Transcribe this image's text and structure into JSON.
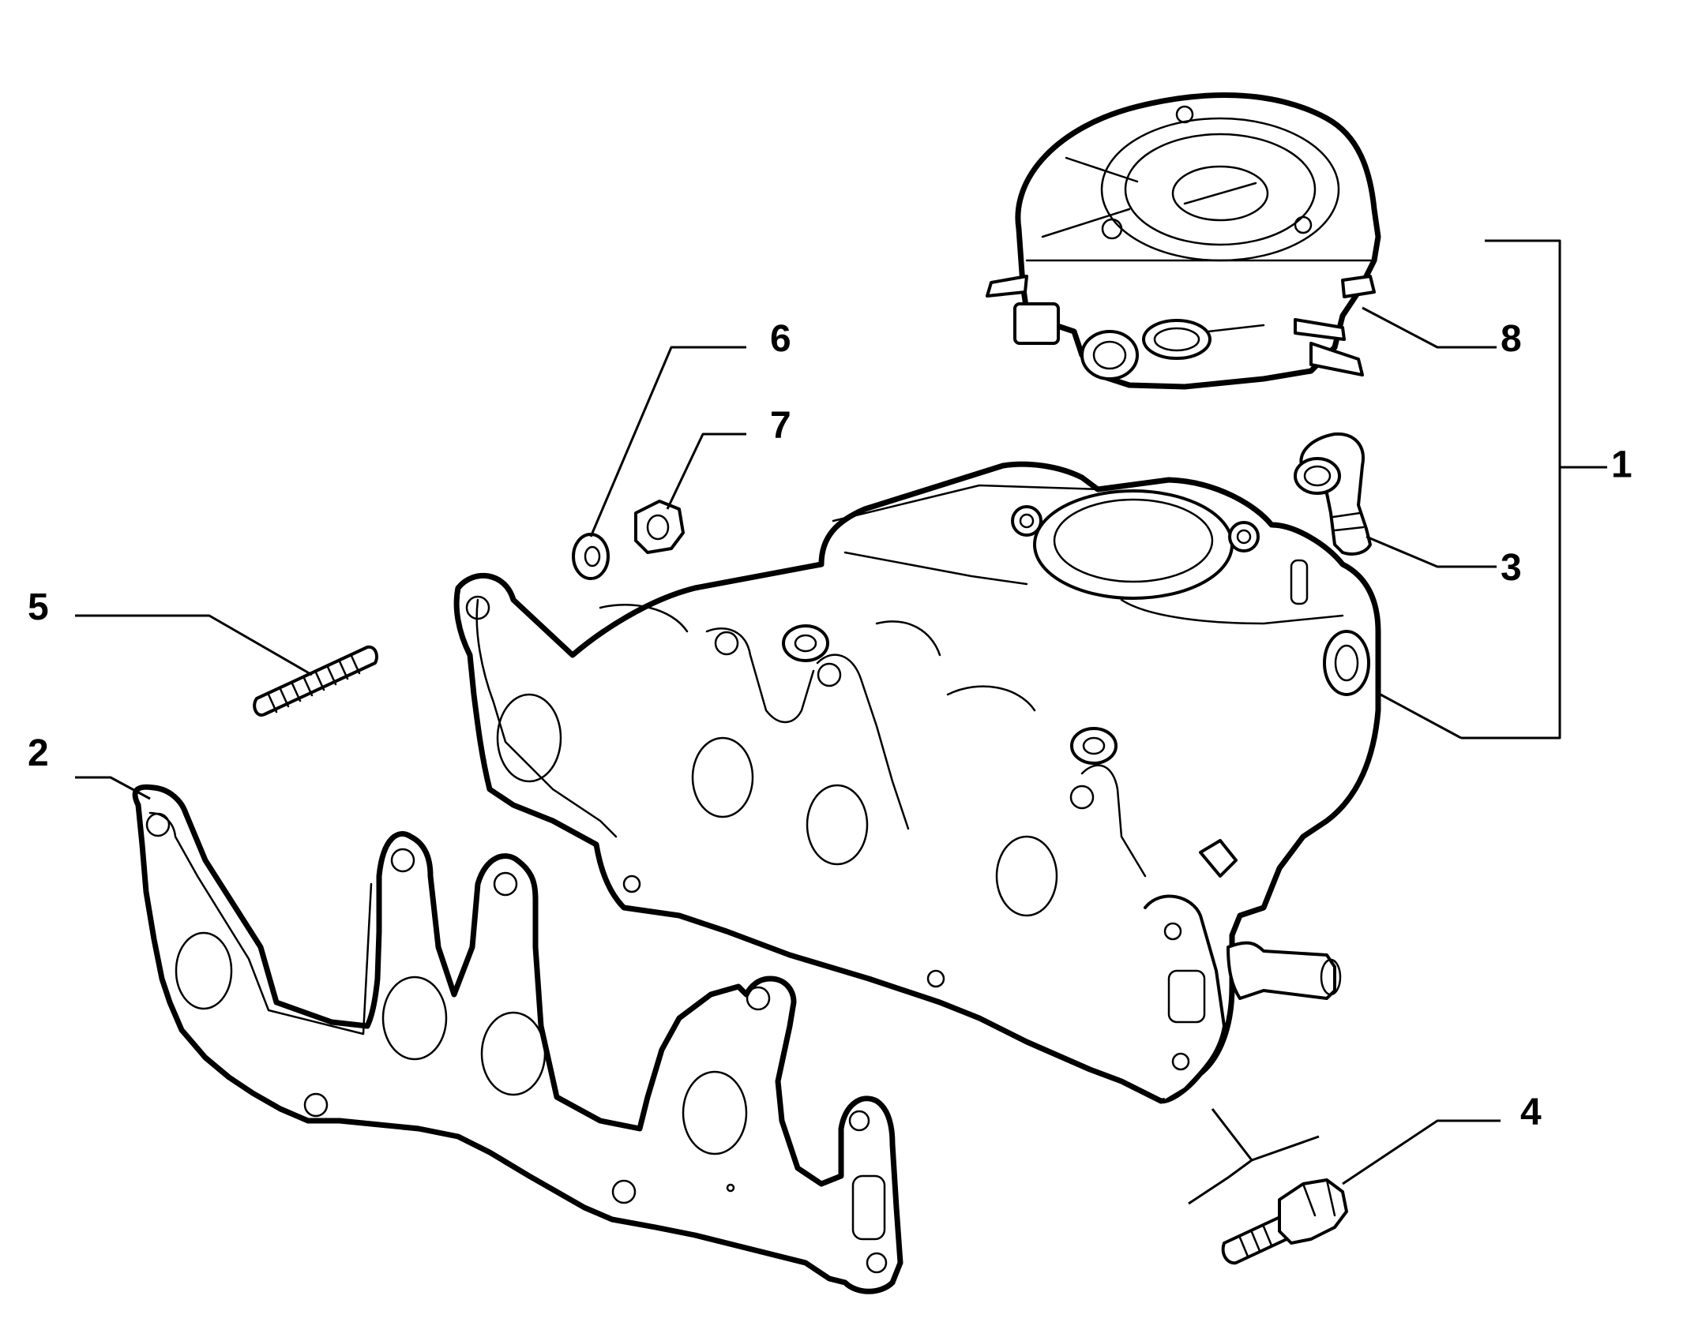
{
  "diagram": {
    "callouts": {
      "c1": "1",
      "c2": "2",
      "c3": "3",
      "c4": "4",
      "c5": "5",
      "c6": "6",
      "c7": "7",
      "c8": "8"
    },
    "parts": [
      {
        "callout": "1",
        "part": "intake-manifold-assembly"
      },
      {
        "callout": "2",
        "part": "manifold-gasket"
      },
      {
        "callout": "3",
        "part": "elbow-fitting"
      },
      {
        "callout": "4",
        "part": "banjo-bolt"
      },
      {
        "callout": "5",
        "part": "threaded-stud"
      },
      {
        "callout": "6",
        "part": "washer"
      },
      {
        "callout": "7",
        "part": "hex-nut"
      },
      {
        "callout": "8",
        "part": "throttle-body"
      }
    ],
    "colors": {
      "line": "#000000",
      "background": "#ffffff"
    }
  }
}
